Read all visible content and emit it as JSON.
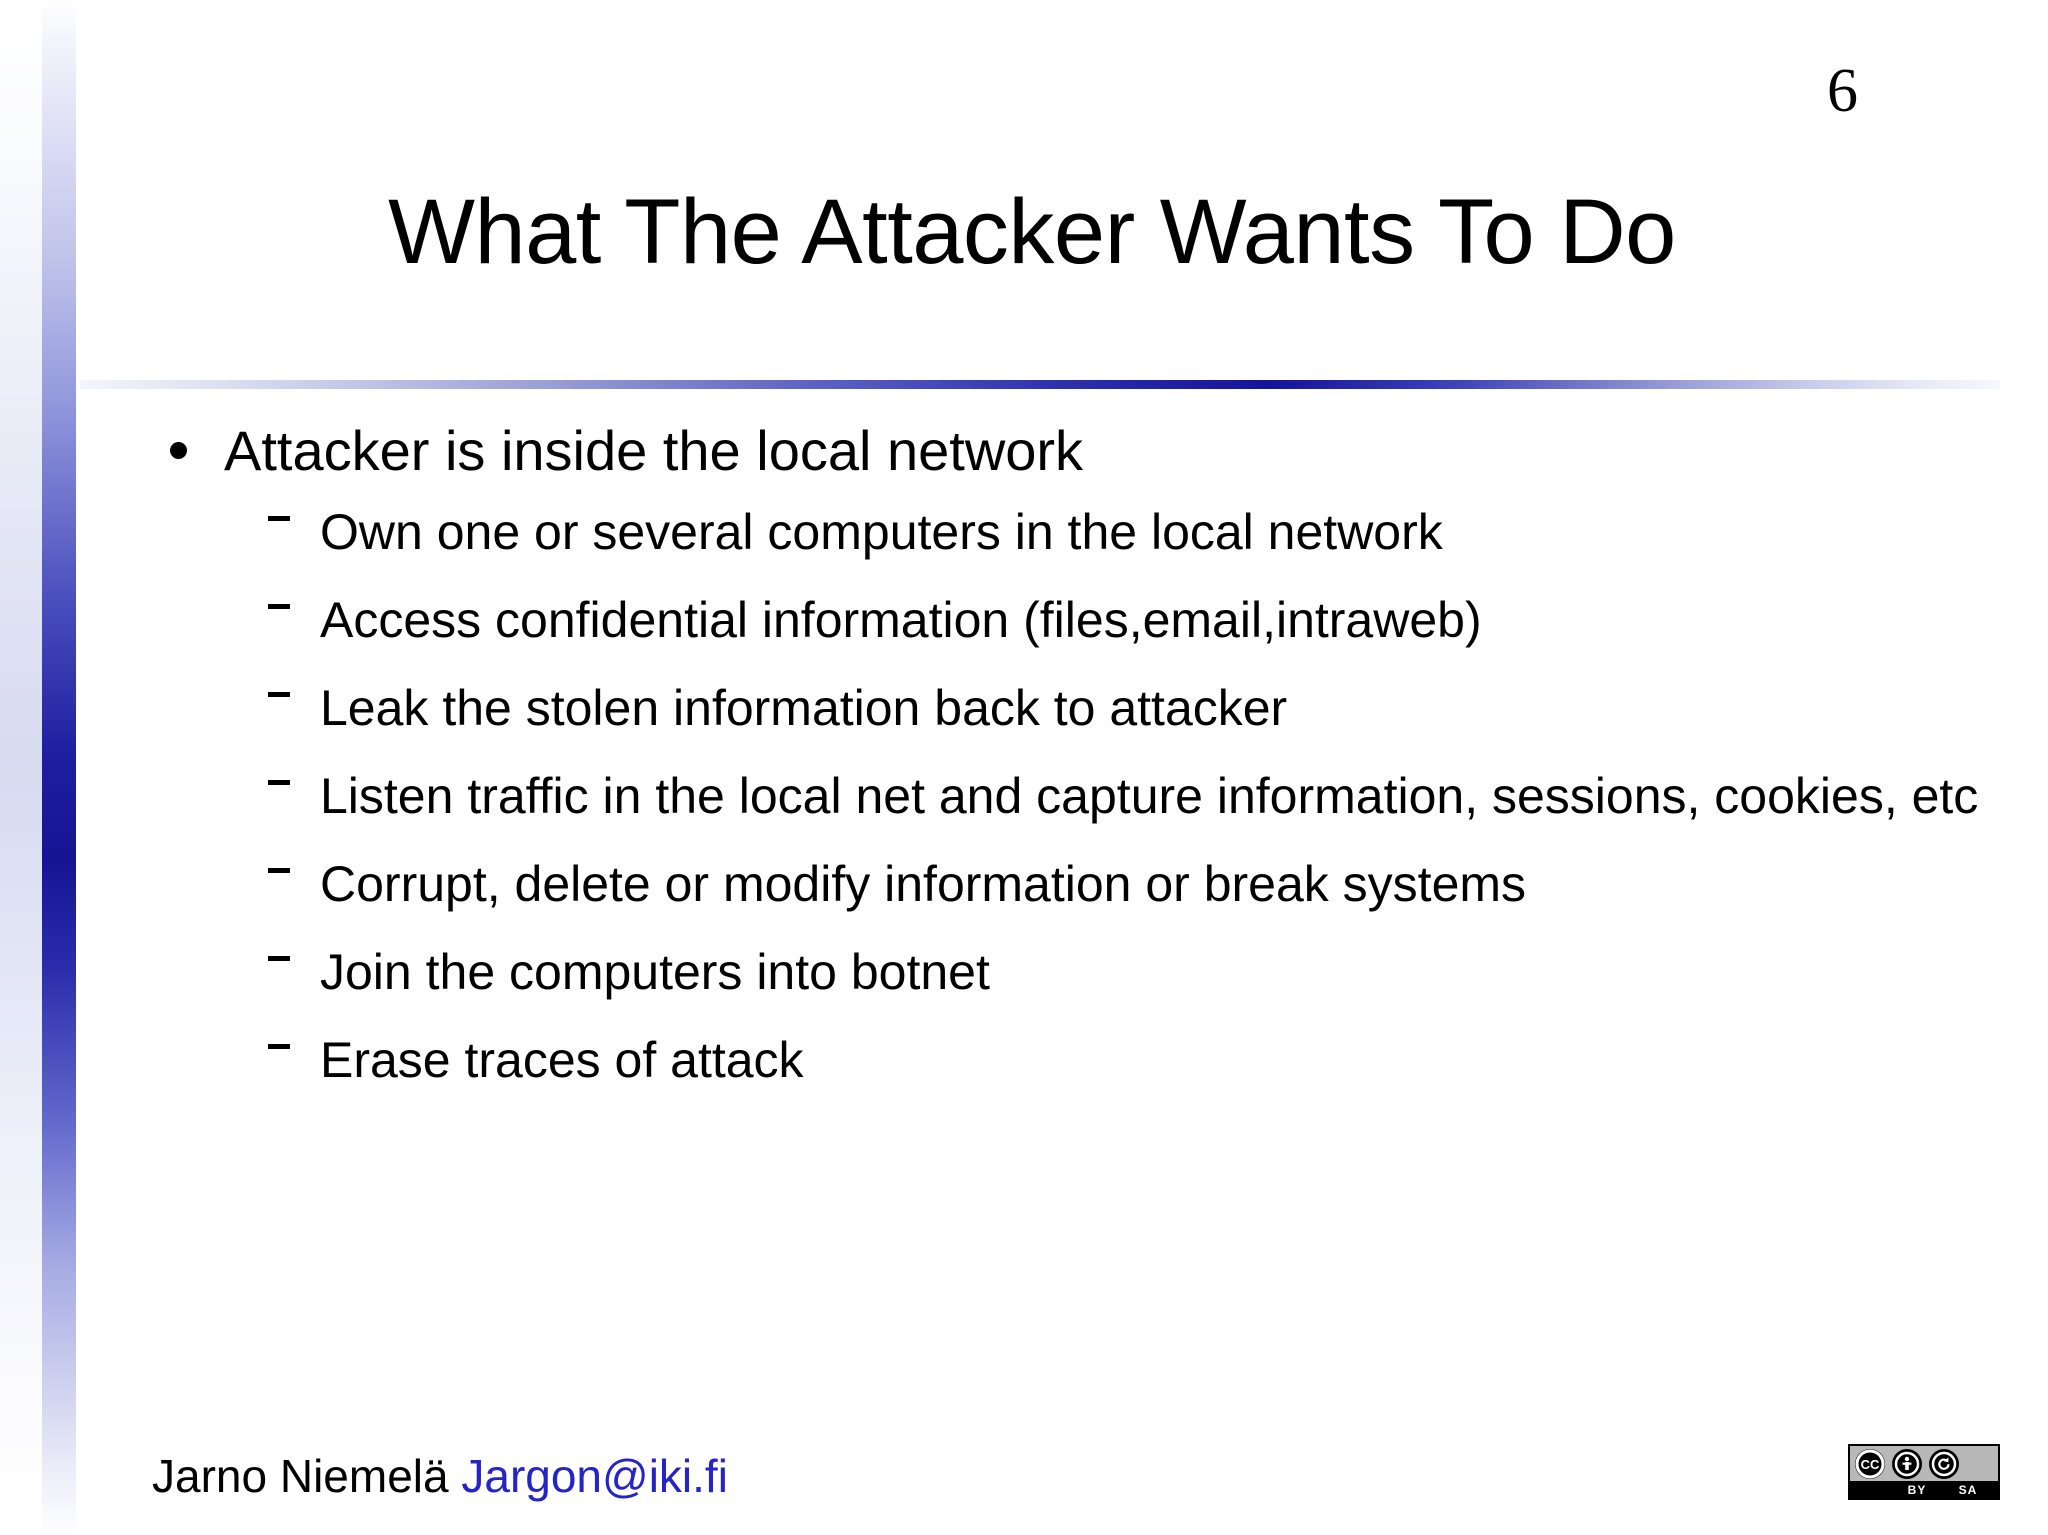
{
  "slide": {
    "page_number": "6",
    "title": "What The Attacker Wants To Do",
    "bullets": [
      {
        "level": 1,
        "text": "Attacker is inside the local network"
      },
      {
        "level": 2,
        "text": "Own one or several computers in the local network"
      },
      {
        "level": 2,
        "text": "Access confidential information (files,email,intraweb)"
      },
      {
        "level": 2,
        "text": "Leak the stolen information back to attacker"
      },
      {
        "level": 2,
        "text": "Listen traffic in the local net and capture information, sessions, cookies, etc"
      },
      {
        "level": 2,
        "text": "Corrupt, delete or modify information or break systems"
      },
      {
        "level": 2,
        "text": "Join the computers into botnet"
      },
      {
        "level": 2,
        "text": "Erase traces of attack"
      }
    ]
  },
  "footer": {
    "author": "Jarno Niemelä ",
    "email": "Jargon@iki.fi"
  },
  "license_badge": {
    "mark": "CC",
    "attribution_label": "BY",
    "sharealike_label": "SA"
  },
  "colors": {
    "accent_blue": "#151594",
    "link_blue": "#2424c8",
    "text_black": "#000000",
    "badge_gray": "#b8b8b8"
  }
}
